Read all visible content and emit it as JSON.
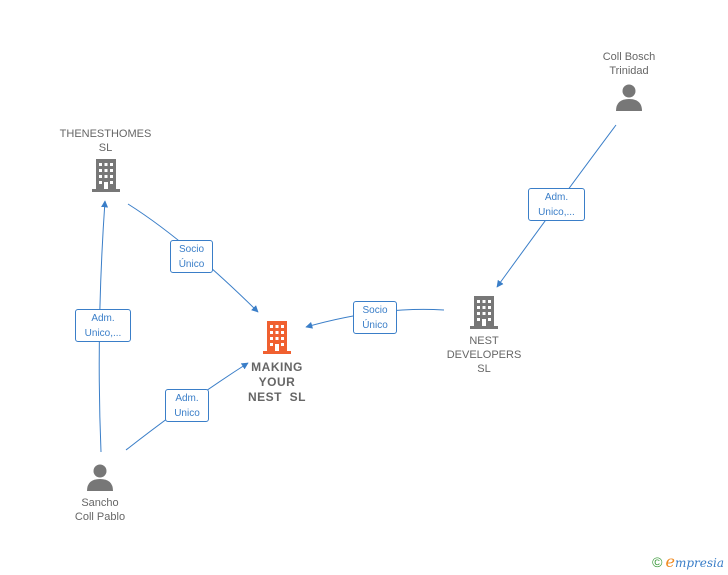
{
  "nodes": {
    "making_your_nest": {
      "lines": [
        "MAKING",
        "YOUR",
        "NEST  SL"
      ],
      "type": "company",
      "color": "#f06030"
    },
    "thenesthomes": {
      "lines": [
        "THENESTHOMES",
        "SL"
      ],
      "type": "company",
      "color": "#777777"
    },
    "nest_developers": {
      "lines": [
        "NEST",
        "DEVELOPERS",
        "SL"
      ],
      "type": "company",
      "color": "#777777"
    },
    "coll_bosch": {
      "lines": [
        "Coll Bosch",
        "Trinidad"
      ],
      "type": "person",
      "color": "#777777"
    },
    "sancho_coll": {
      "lines": [
        "Sancho",
        "Coll Pablo"
      ],
      "type": "person",
      "color": "#777777"
    }
  },
  "edges": {
    "thenesthomes_to_main": {
      "lines": [
        "Socio",
        "Único"
      ]
    },
    "nest_dev_to_main": {
      "lines": [
        "Socio",
        "Único"
      ]
    },
    "coll_bosch_to_nest_dev": {
      "lines": [
        "Adm.",
        "Unico,..."
      ]
    },
    "sancho_to_thenesthomes": {
      "lines": [
        "Adm.",
        "Unico,..."
      ]
    },
    "sancho_to_main": {
      "lines": [
        "Adm.",
        "Unico"
      ]
    }
  },
  "colors": {
    "edge": "#3a7ec8",
    "main_company": "#f06030",
    "node": "#777777"
  },
  "brand": {
    "copyright": "©",
    "e": "e",
    "rest": "mpresia"
  }
}
